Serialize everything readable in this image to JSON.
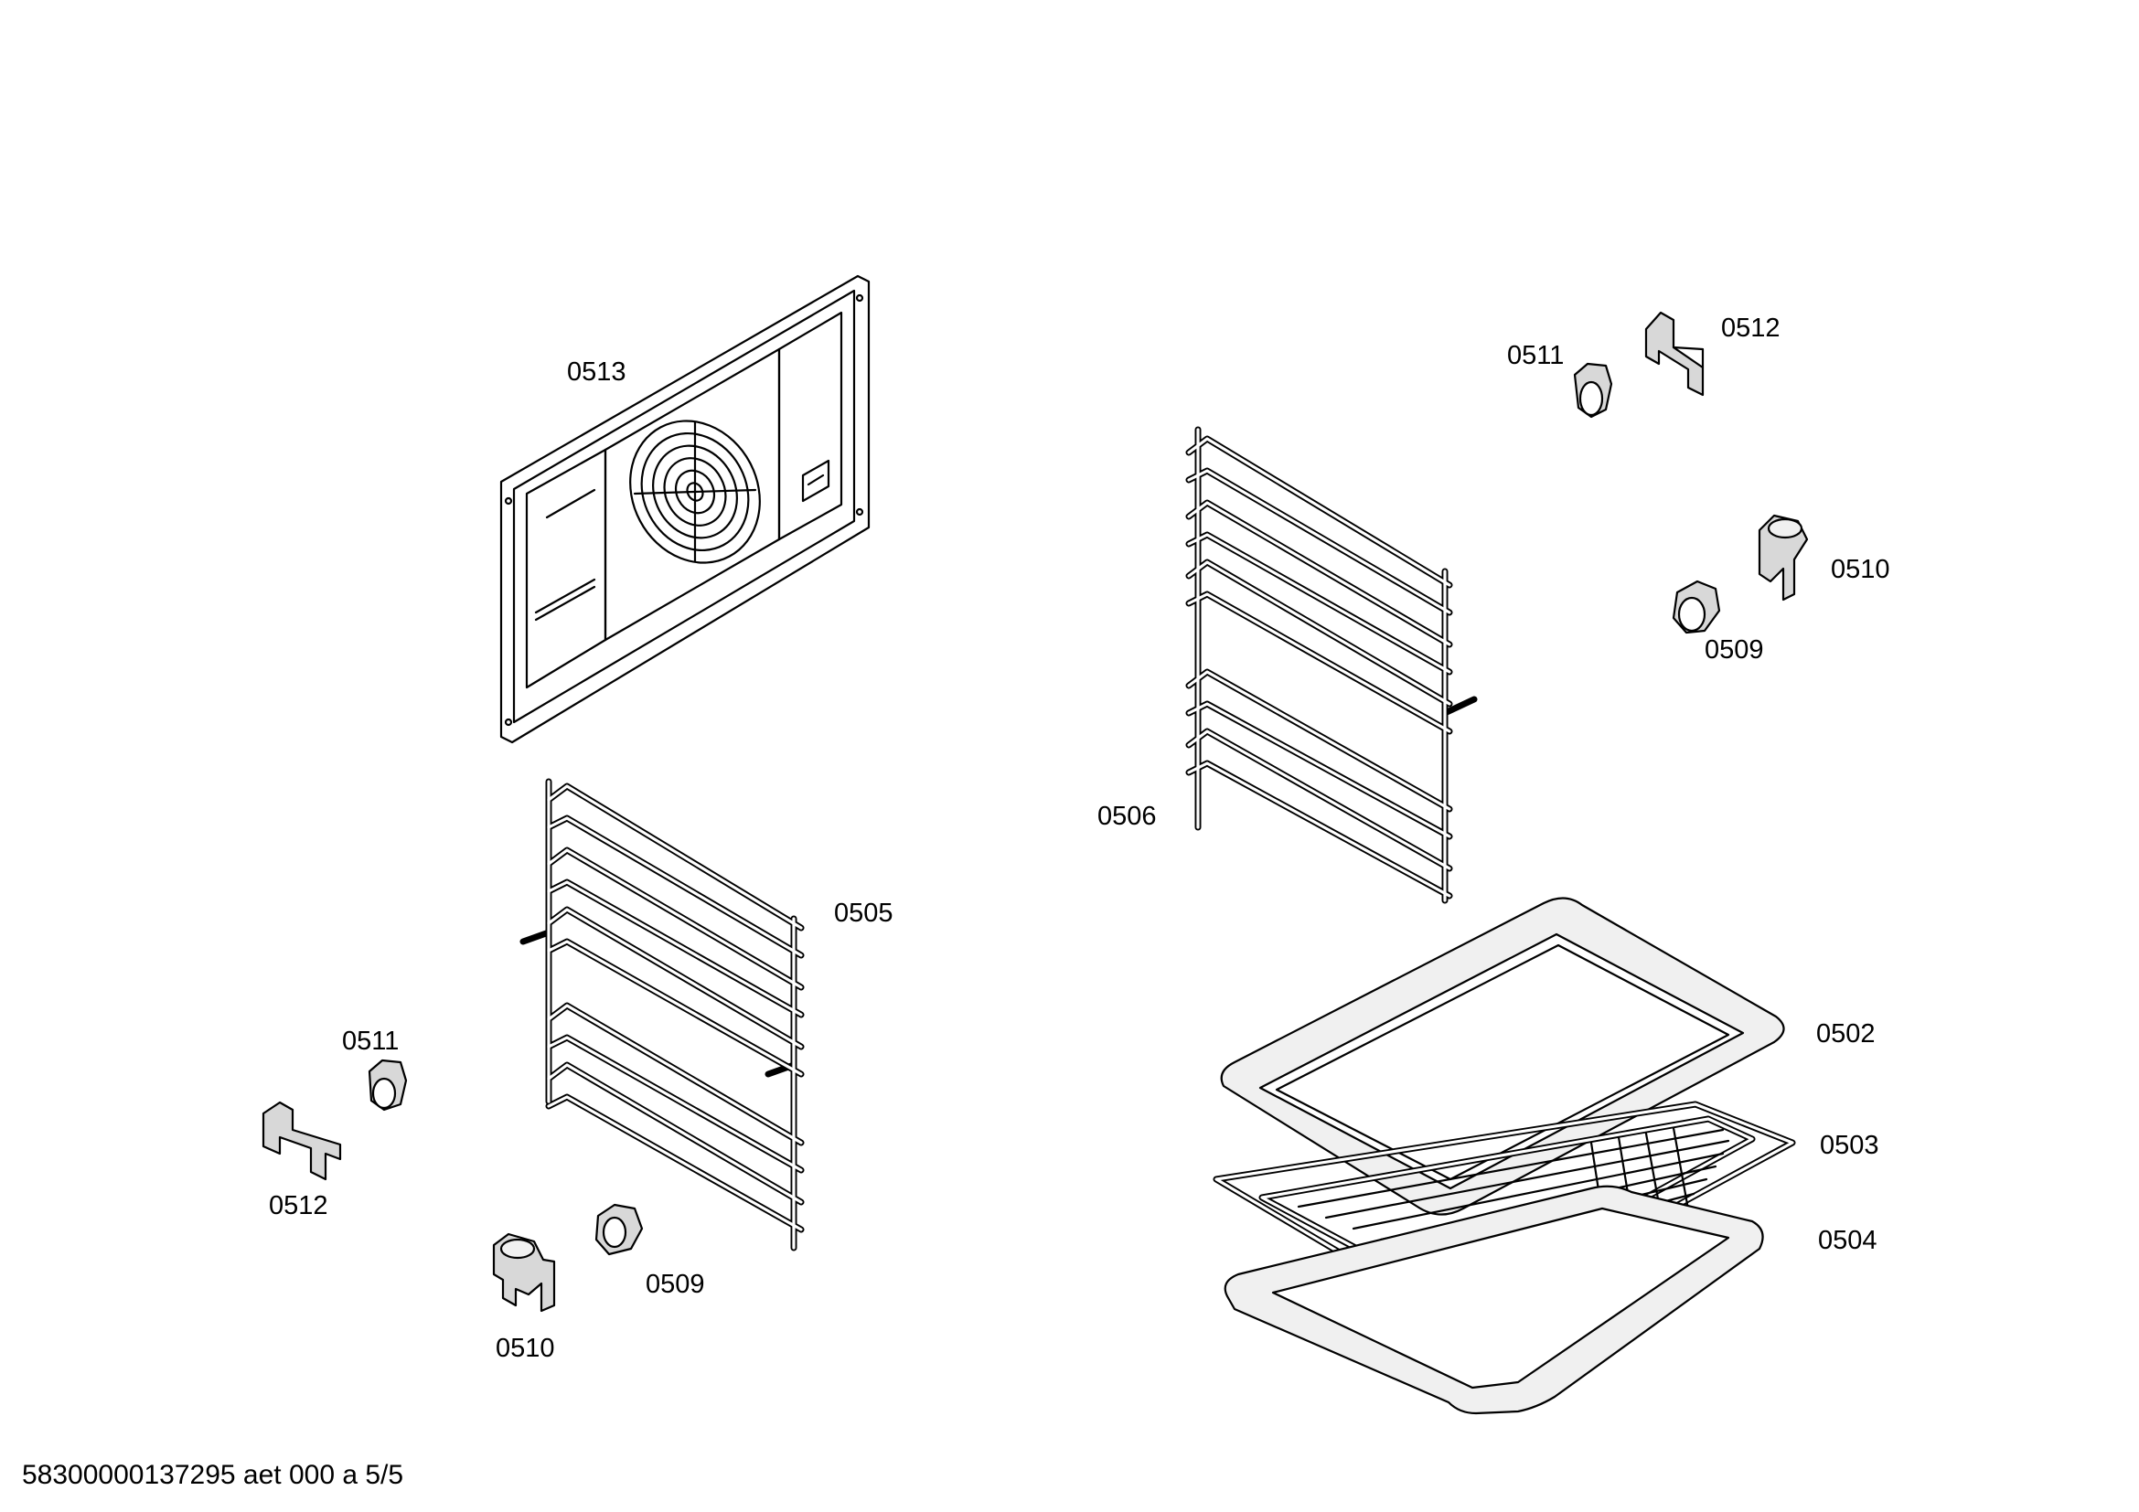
{
  "labels": {
    "back_panel": "0513",
    "rack_left": "0505",
    "rack_right": "0506",
    "knob_top_right": "0511",
    "clip_top_right": "0512",
    "holder_right": "0510",
    "cap_right": "0509",
    "knob_left": "0511",
    "clip_left": "0512",
    "cap_left": "0509",
    "holder_left": "0510",
    "baking_tray": "0502",
    "wire_grid": "0503",
    "deep_pan": "0504"
  },
  "footer": "58300000137295 aet 000 a 5/5"
}
